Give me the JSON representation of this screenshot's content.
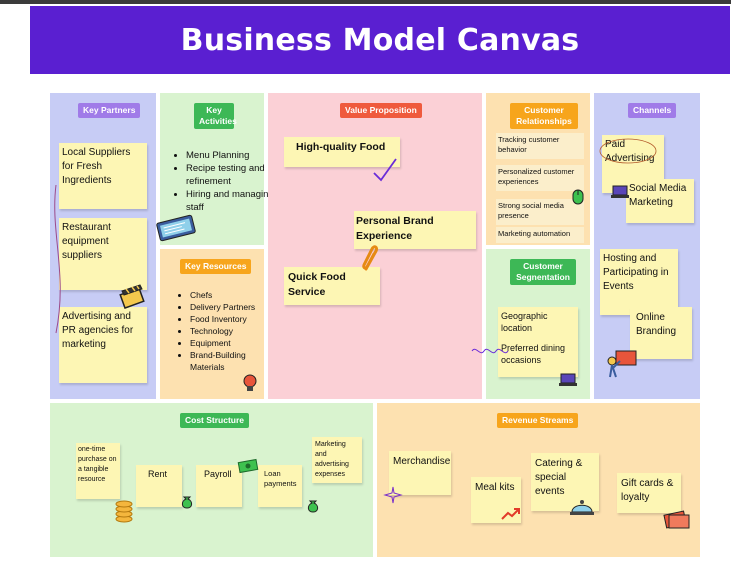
{
  "title": "Business Model Canvas",
  "colors": {
    "banner": "#5a1fd1",
    "key_partners_bg": "#c7ccf5",
    "key_activities_bg": "#d9f3cf",
    "key_resources_bg": "#fde1b0",
    "value_prop_bg": "#fbd0d6",
    "customer_rel_bg": "#fde1b0",
    "customer_seg_bg": "#d9f3cf",
    "channels_bg": "#c7ccf5",
    "cost_bg": "#d9f3cf",
    "revenue_bg": "#fde1b0",
    "note": "#fdf6b4"
  },
  "sections": {
    "key_partners": {
      "label": "Key Partners",
      "notes": [
        "Local Suppliers for Fresh Ingredients",
        "Restaurant equipment suppliers",
        "Advertising and PR agencies for marketing"
      ]
    },
    "key_activities": {
      "label": "Key Activities",
      "items": [
        "Menu Planning",
        "Recipe testing and refinement",
        "Hiring and managing staff"
      ]
    },
    "key_resources": {
      "label": "Key Resources",
      "items": [
        "Chefs",
        "Delivery Partners",
        "Food Inventory",
        "Technology",
        "Equipment",
        "Brand-Building Materials"
      ]
    },
    "value_proposition": {
      "label": "Value Proposition",
      "notes": [
        "High-quality Food",
        "Personal Brand Experience",
        "Quick Food Service"
      ]
    },
    "customer_relationships": {
      "label": "Customer Relationships",
      "items": [
        "Tracking customer behavior",
        "Personalized customer experiences",
        "Strong social media presence",
        "Marketing automation"
      ]
    },
    "customer_segmentation": {
      "label": "Customer Segnentation",
      "notes": [
        "Geographic location",
        "Preferred dining occasions"
      ]
    },
    "channels": {
      "label": "Channels",
      "notes": [
        "Paid Advertising",
        "Social Media Marketing",
        "Hosting and Participating in Events",
        "Online Branding"
      ]
    },
    "cost_structure": {
      "label": "Cost Structure",
      "notes": [
        "one-time purchase on a tangible resource",
        "Rent",
        "Payroll",
        "Loan payments",
        "Marketing and advertising expenses"
      ]
    },
    "revenue_streams": {
      "label": "Revenue Streams",
      "notes": [
        "Merchandise",
        "Meal kits",
        "Catering & special events",
        "Gift cards & loyalty"
      ]
    }
  },
  "icons": [
    "tablet-icon",
    "clapperboard-icon",
    "lightbulb-icon",
    "paperclip-icon",
    "checkmark-icon",
    "mouse-icon",
    "laptop-icon",
    "presentation-icon",
    "coins-icon",
    "money-bag-icon",
    "cash-icon",
    "sparkle-icon",
    "trend-arrow-icon",
    "cloche-icon",
    "gift-card-icon"
  ]
}
